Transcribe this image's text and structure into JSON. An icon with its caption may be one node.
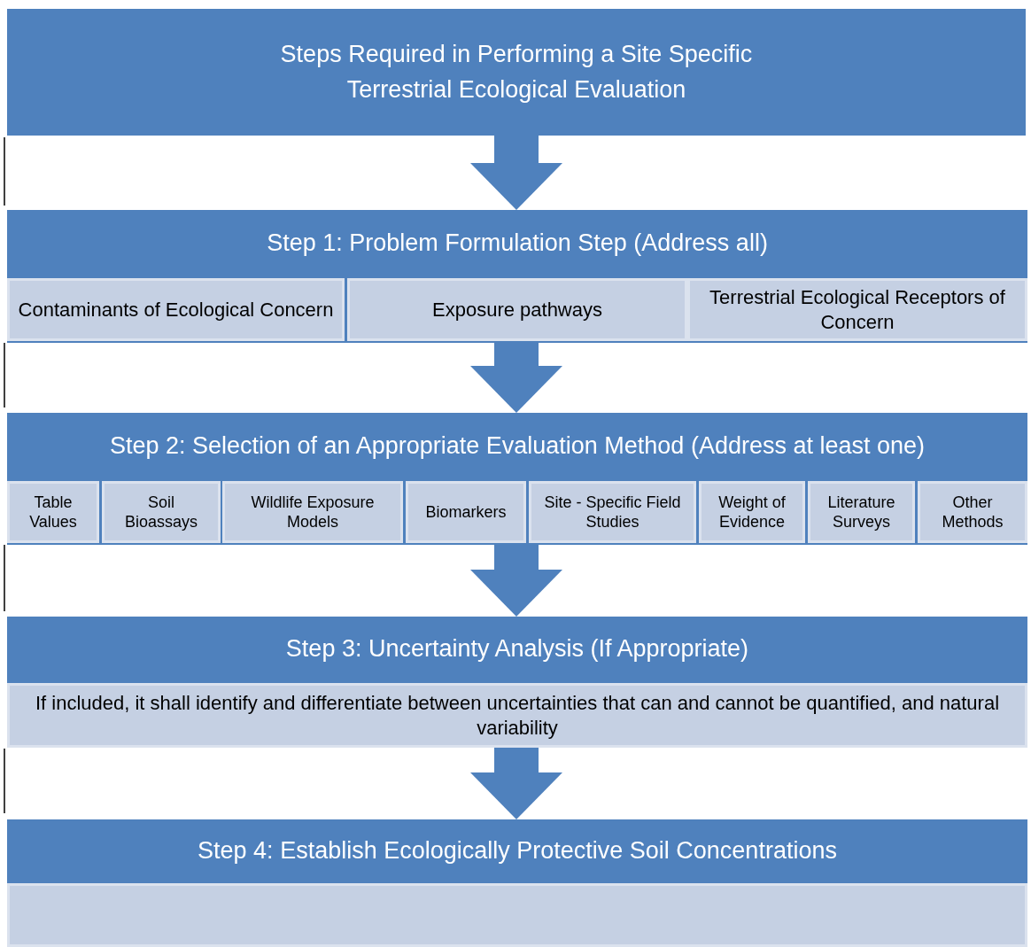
{
  "diagram": {
    "nodes": [
      {
        "text": [
          "Steps Required in Performing a Site Specific Terrestrial Ecological Evaluation"
        ]
      },
      {
        "text": [
          "Step 1:  Problem Formulation Step (Address all)"
        ]
      },
      {
        "text": [
          "Contaminants of Ecological Concern"
        ],
        "in": 1
      },
      {
        "text": [
          "Exposure pathways"
        ],
        "in": 1
      },
      {
        "text": [
          "Terrestrial Ecological Receptors of Concern"
        ],
        "in": 1
      },
      {
        "text": [
          "Step 2:  Selection of an Appropriate Evaluation Method (Address at least one)"
        ]
      },
      {
        "text": [
          "Table Values"
        ],
        "in": 5
      },
      {
        "text": [
          "Soil Bioassays"
        ],
        "in": 5
      },
      {
        "text": [
          "Wildlife Exposure Models"
        ],
        "in": 5
      },
      {
        "text": [
          "Biomarkers"
        ],
        "in": 5
      },
      {
        "text": [
          "Site - Specific Field Studies"
        ],
        "in": 5
      },
      {
        "text": [
          "Weight of Evidence"
        ],
        "in": 5
      },
      {
        "text": [
          "Literature Surveys"
        ],
        "in": 5
      },
      {
        "text": [
          "Other Methods"
        ],
        "in": 5
      },
      {
        "text": [
          "Step 3:  Uncertainty Analysis (If Appropriate)"
        ]
      },
      {
        "text": [
          "If included, it shall identify and differentiate between uncertainties that can and cannot be quantified, and natural variability"
        ],
        "in": 14
      },
      {
        "text": [
          "Step 4:  Establish Ecologically Protective Soil Concentrations"
        ]
      },
      {
        "text": [],
        "shape": "box",
        "in": 16
      }
    ],
    "edges": [
      {
        "from": 0,
        "to": 1,
        "arrow": "to"
      },
      {
        "from": 1,
        "to": 5,
        "arrow": "to"
      },
      {
        "from": 5,
        "to": 14,
        "arrow": "to"
      },
      {
        "from": 14,
        "to": 16,
        "arrow": "to"
      }
    ]
  }
}
